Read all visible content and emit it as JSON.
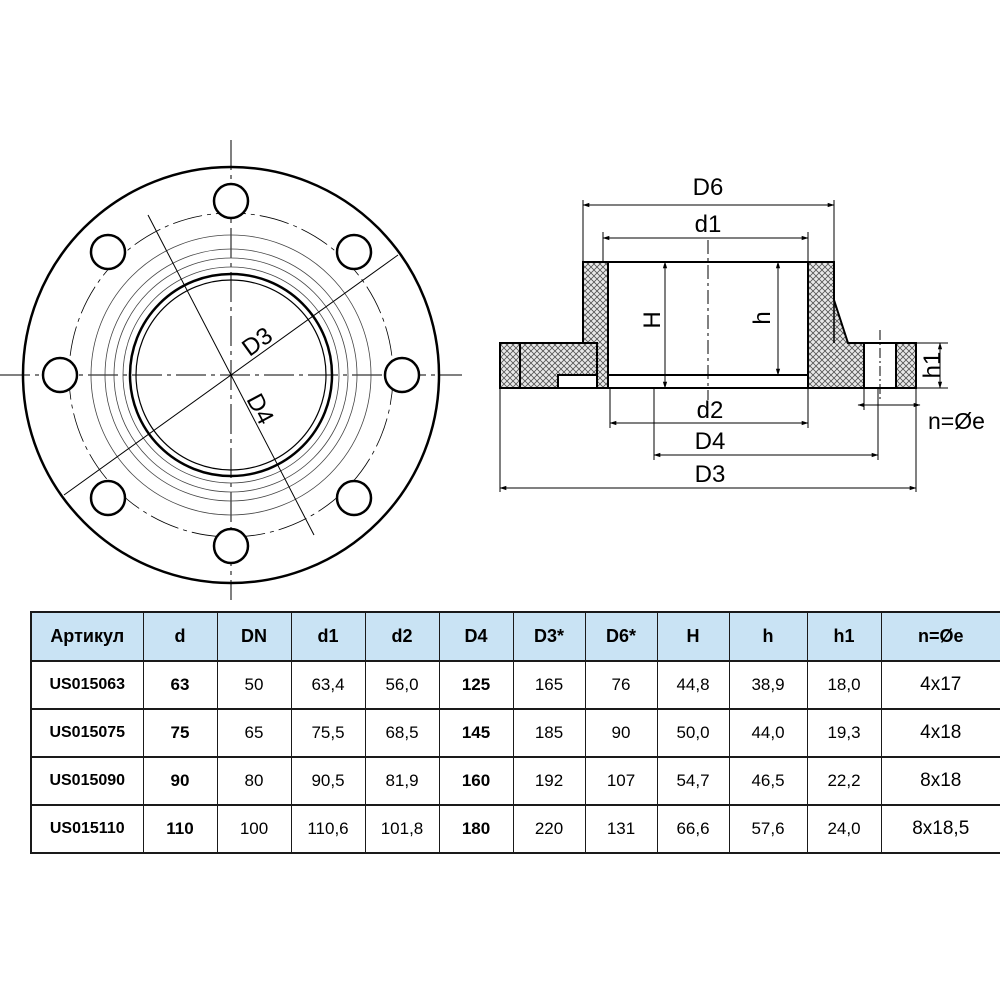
{
  "drawing": {
    "front_view": {
      "label_d3": "D3",
      "label_d4": "D4"
    },
    "section_view": {
      "label_d6": "D6",
      "label_d1": "d1",
      "label_H": "H",
      "label_h": "h",
      "label_h1": "h1",
      "label_d2": "d2",
      "label_d4": "D4",
      "label_d3": "D3",
      "label_n": "n=Øe"
    },
    "hatch_color": "#555555",
    "line_color": "#000000"
  },
  "table": {
    "header_color": "#c9e3f4",
    "columns": [
      "Артикул",
      "d",
      "DN",
      "d1",
      "d2",
      "D4",
      "D3*",
      "D6*",
      "H",
      "h",
      "h1",
      "n=Øe"
    ],
    "rows": [
      [
        "US015063",
        "63",
        "50",
        "63,4",
        "56,0",
        "125",
        "165",
        "76",
        "44,8",
        "38,9",
        "18,0",
        "4x17"
      ],
      [
        "US015075",
        "75",
        "65",
        "75,5",
        "68,5",
        "145",
        "185",
        "90",
        "50,0",
        "44,0",
        "19,3",
        "4x18"
      ],
      [
        "US015090",
        "90",
        "80",
        "90,5",
        "81,9",
        "160",
        "192",
        "107",
        "54,7",
        "46,5",
        "22,2",
        "8x18"
      ],
      [
        "US015110",
        "110",
        "100",
        "110,6",
        "101,8",
        "180",
        "220",
        "131",
        "66,6",
        "57,6",
        "24,0",
        "8x18,5"
      ]
    ]
  }
}
